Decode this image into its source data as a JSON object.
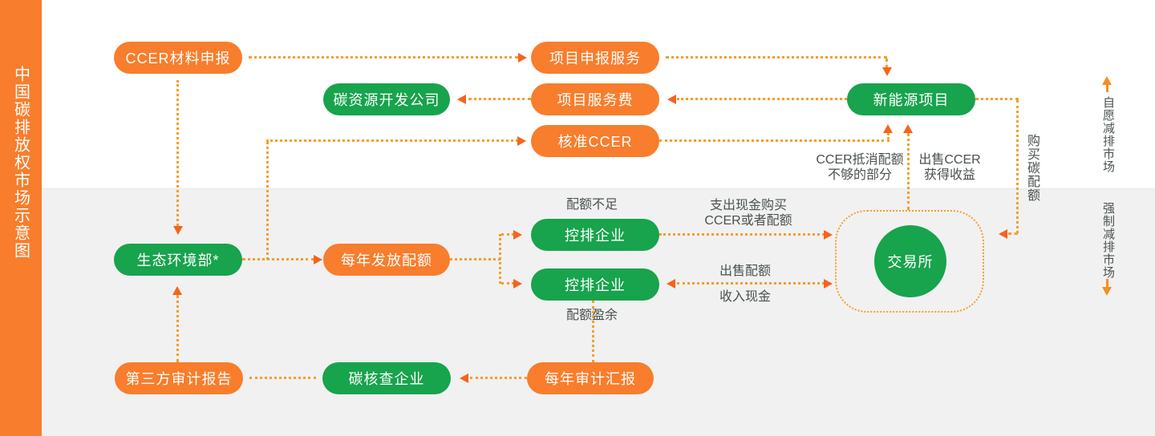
{
  "sidebar": {
    "title": "中国碳排放权市场示意图"
  },
  "sections": {
    "voluntary": "自愿减排市场",
    "mandatory": "强制减排市场"
  },
  "nodes": {
    "ccer_material": "CCER材料申报",
    "project_apply": "项目申报服务",
    "carbon_dev_co": "碳资源开发公司",
    "project_fee": "项目服务费",
    "new_energy": "新能源项目",
    "approved_ccer": "核准CCER",
    "moee": "生态环境部*",
    "annual_quota": "每年发放配额",
    "emitter_short": "控排企业",
    "emitter_surplus": "控排企业",
    "third_party_report": "第三方审计报告",
    "carbon_verifier": "碳核查企业",
    "annual_audit": "每年审计汇报",
    "exchange": "交易所"
  },
  "labels": {
    "quota_short": "配额不足",
    "quota_surplus": "配额盈余",
    "pay_cash_line1": "支出现金购买",
    "pay_cash_line2": "CCER或者配额",
    "sell_quota": "出售配额",
    "income_cash": "收入现金",
    "ccer_offset_line1": "CCER抵消配额",
    "ccer_offset_line2": "不够的部分",
    "sell_ccer_line1": "出售CCER",
    "sell_ccer_line2": "获得收益",
    "buy_quota": "购买碳配额"
  },
  "colors": {
    "orange": "#F87D2C",
    "green": "#18A34D",
    "dotted_line": "#F59E2C",
    "arrowhead": "#F4641E",
    "label_text": "#4A524C",
    "gray_band": "#F1F1F2"
  }
}
